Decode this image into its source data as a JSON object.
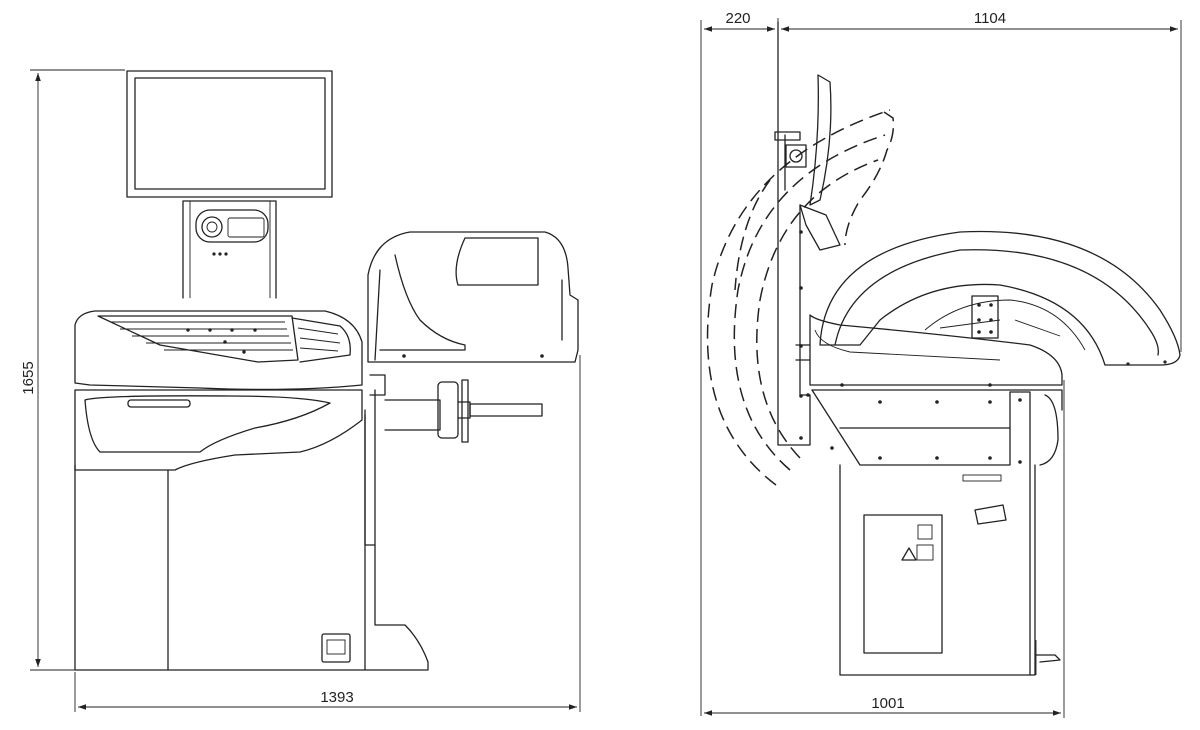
{
  "dimensions": {
    "front_height": "1655",
    "front_width": "1393",
    "side_overhang": "220",
    "side_hood_depth": "1104",
    "side_depth": "1001"
  }
}
